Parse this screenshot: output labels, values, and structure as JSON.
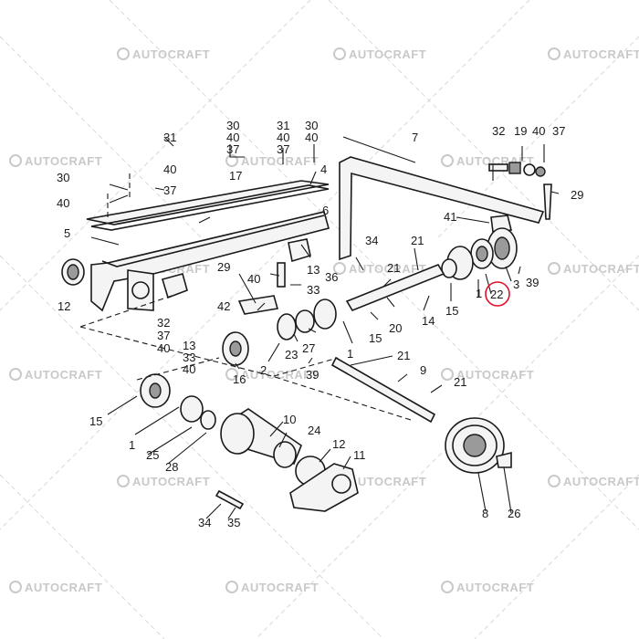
{
  "watermark": {
    "text": "AUTOCRAFT"
  },
  "highlight": {
    "label": "22",
    "color": "#e0102a"
  },
  "labels": {
    "l31a": "31",
    "l40a": "40",
    "l37a": "37",
    "l30a": "30",
    "l40b": "40",
    "c1a": "30",
    "c1b": "40",
    "c1c": "37",
    "c2a": "31",
    "c2b": "40",
    "c2c": "37",
    "c3a": "30",
    "c3b": "40",
    "l17": "17",
    "l4": "4",
    "l6": "6",
    "l5": "5",
    "l12a": "12",
    "l7": "7",
    "l32": "32",
    "l19": "19",
    "l40c": "40",
    "l37b": "37",
    "l29a": "29",
    "l41": "41",
    "l34a": "34",
    "l21a": "21",
    "l21b": "21",
    "l36": "36",
    "l13a": "13",
    "l33a": "33",
    "l40d": "40",
    "l29b": "29",
    "l42": "42",
    "l3": "3",
    "l39a": "39",
    "l1a": "1",
    "l15a": "15",
    "l14": "14",
    "l20": "20",
    "l15b": "15",
    "l1b": "1",
    "l27": "27",
    "l23": "23",
    "l2": "2",
    "l16": "16",
    "l39b": "39",
    "l21c": "21",
    "l9": "9",
    "l21d": "21",
    "s1a": "32",
    "s1b": "37",
    "s1c": "40",
    "s2a": "13",
    "s2b": "33",
    "s2c": "40",
    "l15c": "15",
    "l1c": "1",
    "l25": "25",
    "l28": "28",
    "l10": "10",
    "l24": "24",
    "l12b": "12",
    "l11": "11",
    "l8": "8",
    "l26": "26",
    "l34b": "34",
    "l35": "35"
  }
}
